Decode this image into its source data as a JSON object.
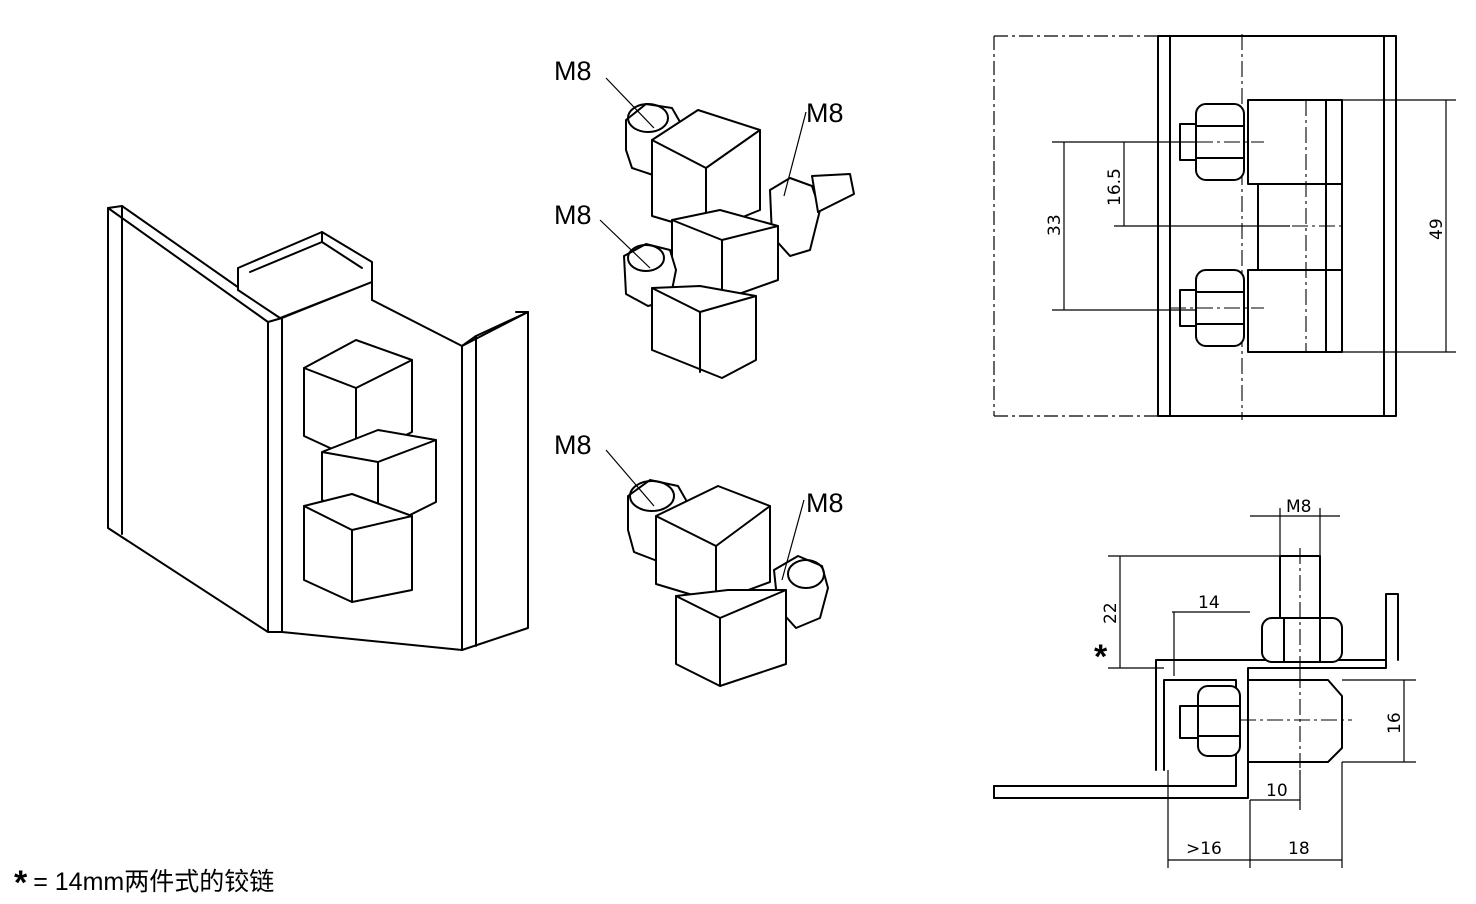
{
  "callouts": {
    "top_left": "M8",
    "top_right": "M8",
    "mid_left": "M8",
    "bottom_left": "M8",
    "bottom_right": "M8"
  },
  "dimensions": {
    "front": {
      "d49": "49",
      "d33": "33",
      "d16_5": "16.5"
    },
    "section": {
      "m8": "M8",
      "d14": "14",
      "d22": "22",
      "d16": "16",
      "d10": "10",
      "gt16": ">16",
      "d18": "18"
    }
  },
  "star": "*",
  "footnote": {
    "star": "*",
    "text": "= 14mm两件式的铰链"
  }
}
